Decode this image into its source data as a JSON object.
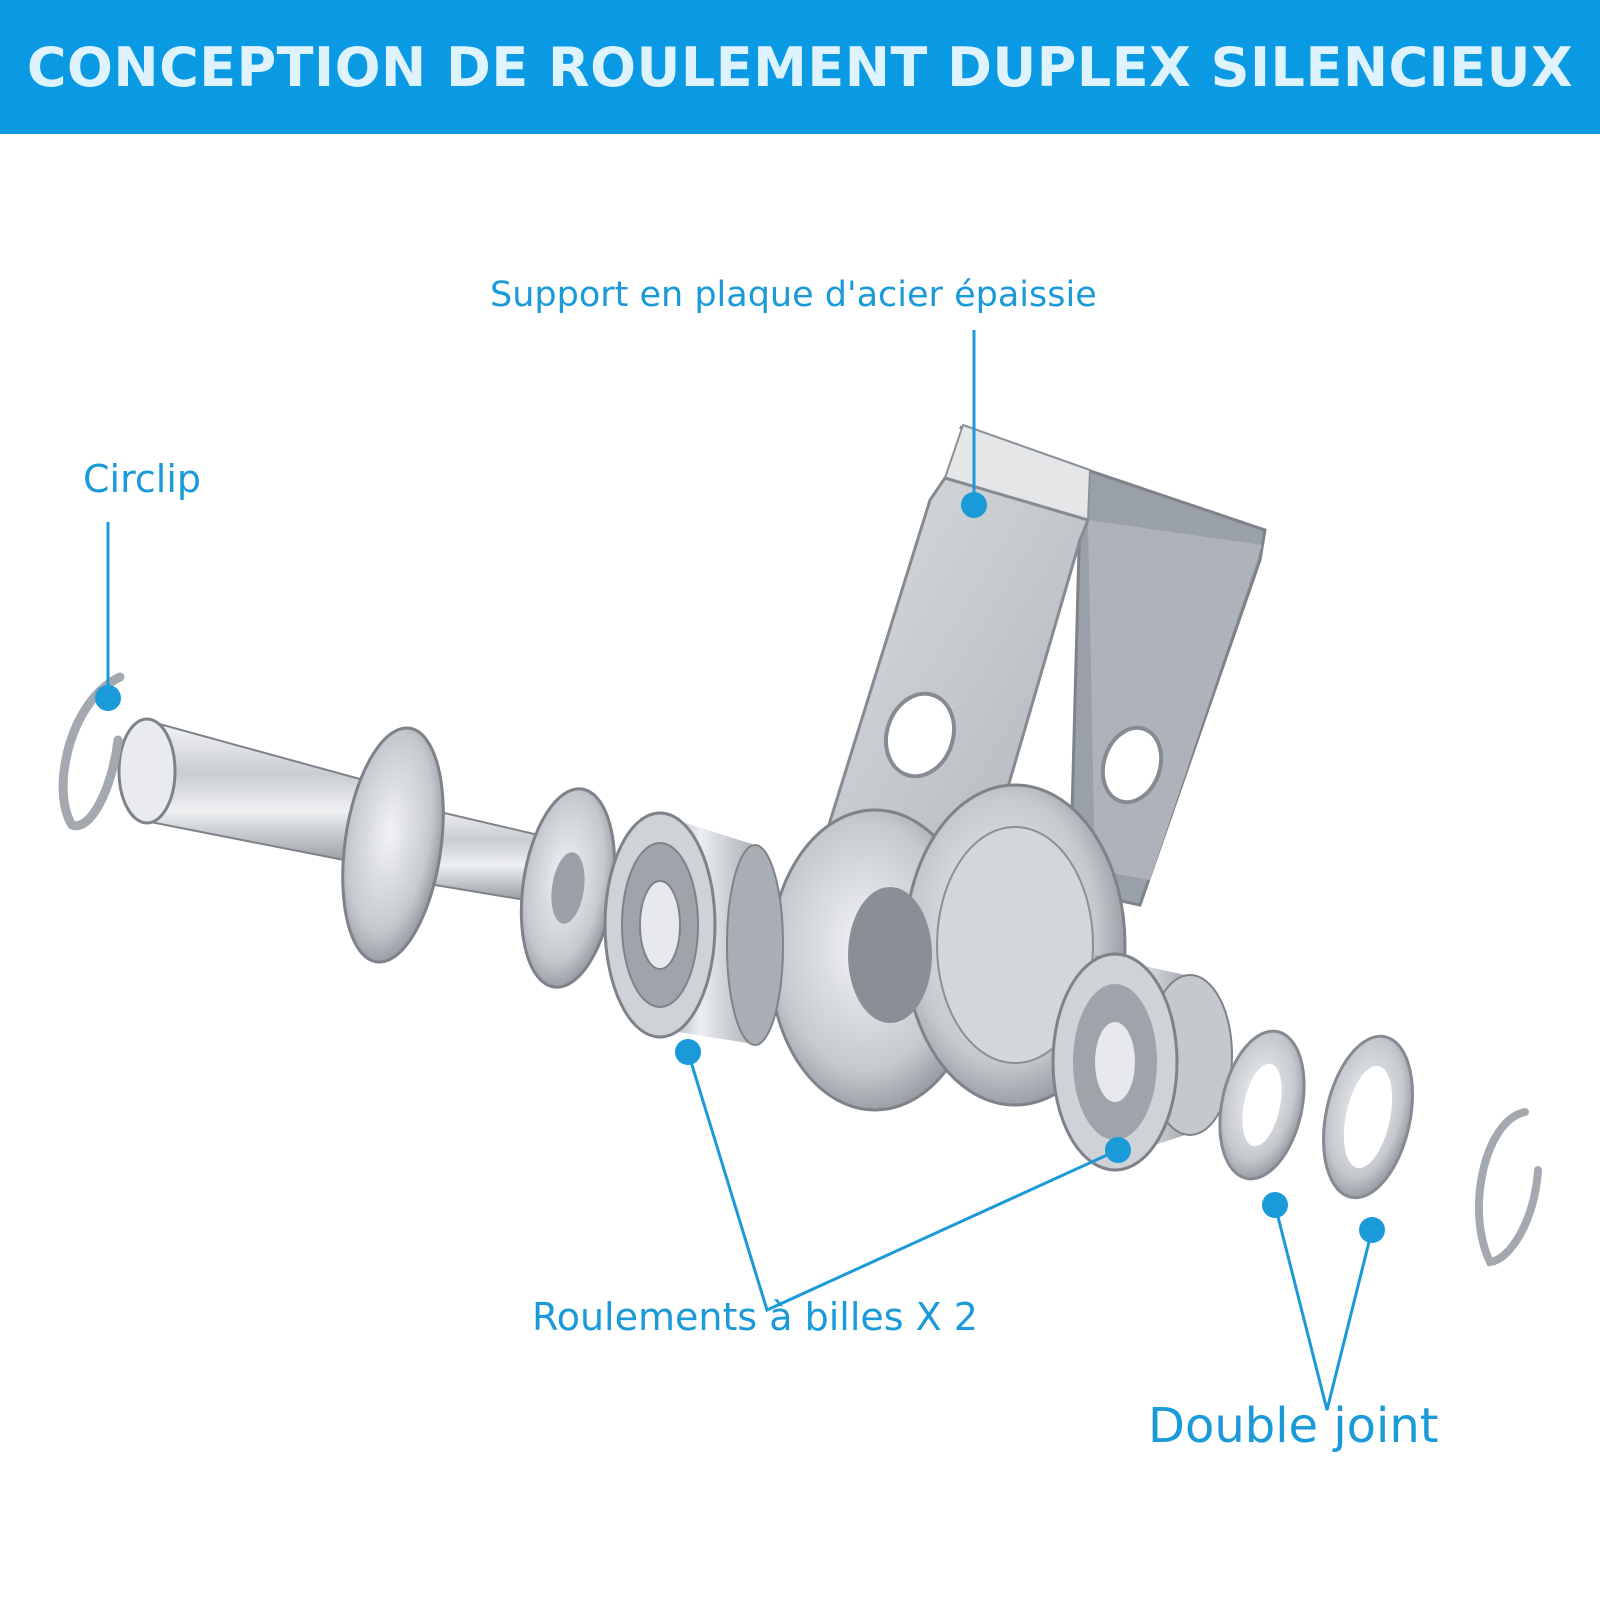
{
  "header": {
    "title": "CONCEPTION DE ROULEMENT DUPLEX SILENCIEUX",
    "background": "#0a9ae4",
    "text_color": "#dff3ff"
  },
  "callouts": {
    "support": "Support en plaque d'acier épaissie",
    "circlip": "Circlip",
    "bearings": "Roulements à billes X 2",
    "seal": "Double joint"
  },
  "colors": {
    "accent": "#1a9ad8",
    "steel_light": "#e6e8eb",
    "steel_mid": "#b9bdc2",
    "steel_dark": "#7e838a"
  }
}
